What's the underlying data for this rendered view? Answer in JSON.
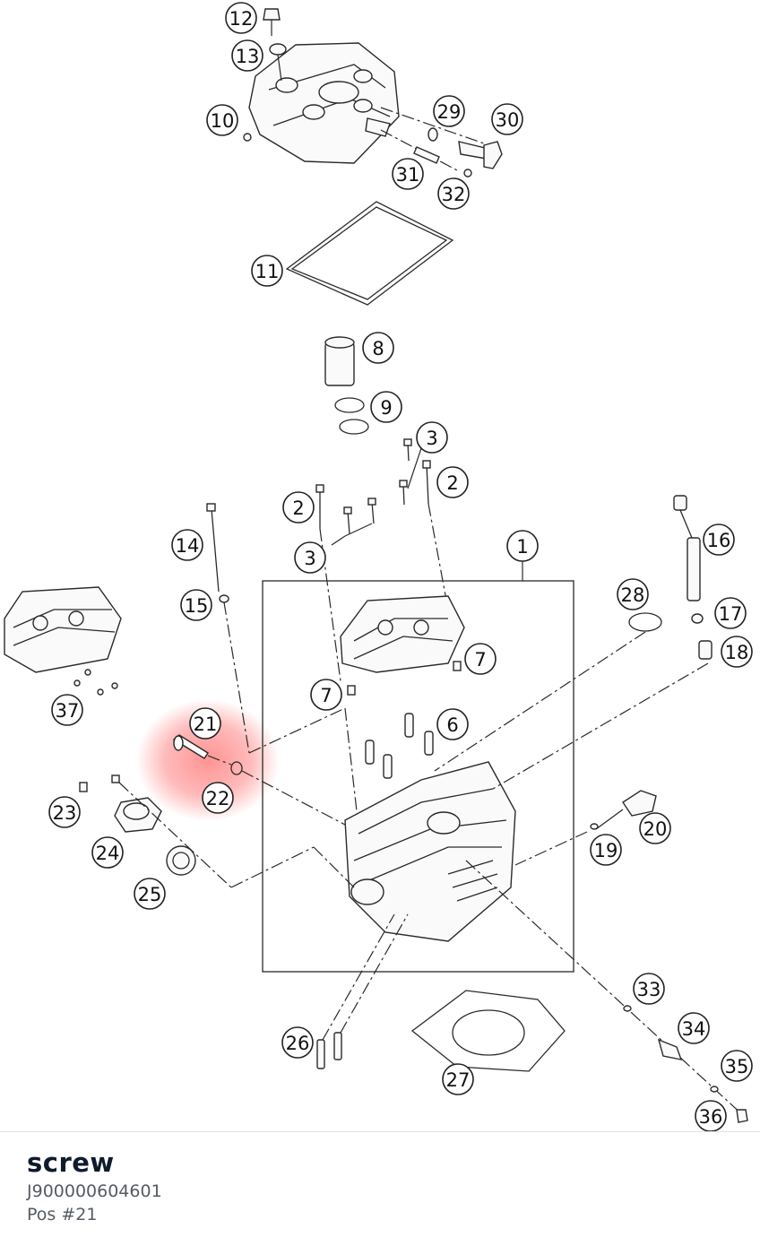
{
  "diagram": {
    "callouts": [
      "1",
      "2",
      "2",
      "3",
      "3",
      "6",
      "7",
      "7",
      "8",
      "9",
      "10",
      "11",
      "12",
      "13",
      "14",
      "15",
      "16",
      "17",
      "18",
      "19",
      "20",
      "21",
      "22",
      "23",
      "24",
      "25",
      "26",
      "27",
      "28",
      "29",
      "30",
      "31",
      "32",
      "33",
      "34",
      "35",
      "36",
      "37"
    ],
    "highlighted_position": "21",
    "highlight_color": "#ff3b3b"
  },
  "selection": {
    "name": "screw",
    "part_number": "J900000604601",
    "position": "Pos #21"
  }
}
